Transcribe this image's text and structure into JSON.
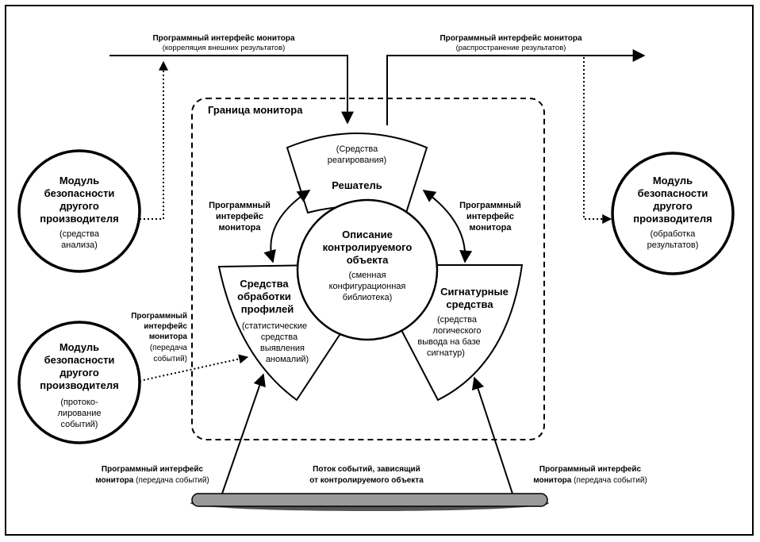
{
  "api_top_left": {
    "line1": "Программный интерфейс монитора",
    "line2": "(корреляция внешних результатов)"
  },
  "api_top_right": {
    "line1": "Программный интерфейс монитора",
    "line2": "(распространение результатов)"
  },
  "monitor_boundary": "Граница монитора",
  "resolver": {
    "subtitle1": "(Средства",
    "subtitle2": "реагирования)",
    "title": "Решатель"
  },
  "api_left": {
    "l1": "Программный",
    "l2": "интерфейс",
    "l3": "монитора"
  },
  "api_right": {
    "l1": "Программный",
    "l2": "интерфейс",
    "l3": "монитора"
  },
  "center": {
    "t1": "Описание",
    "t2": "контролируемого",
    "t3": "объекта",
    "s1": "(сменная",
    "s2": "конфигурационная",
    "s3": "библиотека)"
  },
  "profiles": {
    "t1": "Средства",
    "t2": "обработки",
    "t3": "профилей",
    "s1": "(статистические",
    "s2": "средства",
    "s3": "выявления",
    "s4": "аномалий)"
  },
  "signatures": {
    "t1": "Сигнатурные",
    "t2": "средства",
    "s1": "(средства",
    "s2": "логического",
    "s3": "вывода на базе",
    "s4": "сигнатур)"
  },
  "module_tl": {
    "t1": "Модуль",
    "t2": "безопасности",
    "t3": "другого",
    "t4": "производителя",
    "s1": "(средства",
    "s2": "анализа)"
  },
  "module_r": {
    "t1": "Модуль",
    "t2": "безопасности",
    "t3": "другого",
    "t4": "производителя",
    "s1": "(обработка",
    "s2": "результатов)"
  },
  "module_bl": {
    "t1": "Модуль",
    "t2": "безопасности",
    "t3": "другого",
    "t4": "производителя",
    "s1": "(протоко-",
    "s2": "лирование",
    "s3": "событий)"
  },
  "api_mid_left": {
    "l1": "Программный",
    "l2": "интерфейс",
    "l3": "монитора",
    "l4": "(передача",
    "l5": "событий)"
  },
  "api_bottom_left": {
    "l1": "Программный интерфейс",
    "l2a": "монитора",
    "l2b": " (передача событий)"
  },
  "api_bottom_right": {
    "l1": "Программный интерфейс",
    "l2a": "монитора",
    "l2b": " (передача событий)"
  },
  "event_stream": {
    "l1": "Поток событий, зависящий",
    "l2": "от контролируемого объекта"
  },
  "colors": {
    "line": "#000000",
    "stream_fill": "#999999",
    "background": "#ffffff"
  }
}
